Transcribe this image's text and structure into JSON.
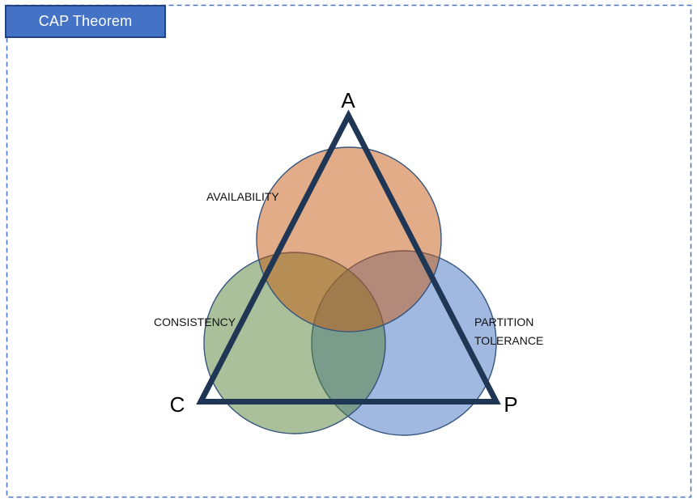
{
  "page": {
    "background": "#FFFFFF",
    "dashed_border_color": "#4472C4"
  },
  "title_bar": {
    "label": "CAP Theorem",
    "background": "#4472C4",
    "border_color": "#24437E",
    "text_color": "#FFFFFF"
  },
  "diagram": {
    "triangle": {
      "color": "#1F3655",
      "vertex_labels": {
        "top": "A",
        "bottom_left": "C",
        "bottom_right": "P"
      }
    },
    "circles": [
      {
        "name": "availability",
        "label": "AVAILABILITY",
        "color": "#C55A11",
        "fill_opacity": "0.5"
      },
      {
        "name": "consistency",
        "label": "CONSISTENCY",
        "color": "#538135",
        "fill_opacity": "0.5"
      },
      {
        "name": "partition-tolerance",
        "label_line1": "PARTITION",
        "label_line2": "TOLERANCE",
        "color": "#4472C4",
        "fill_opacity": "0.5"
      }
    ],
    "circle_outline_color": "#35547E"
  }
}
